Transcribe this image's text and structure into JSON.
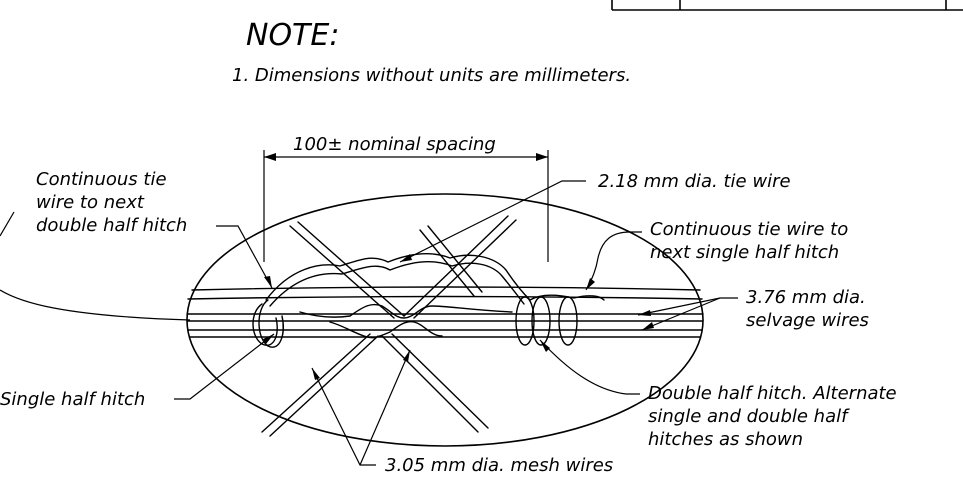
{
  "note": {
    "title": "NOTE:",
    "items": [
      "1.  Dimensions without units are millimeters."
    ]
  },
  "labels": {
    "spacing": "100± nominal spacing",
    "tie_wire": "2.18 mm dia. tie wire",
    "continuous_left_1": "Continuous tie",
    "continuous_left_2": "wire to next",
    "continuous_left_3": "double half hitch",
    "continuous_right_1": "Continuous tie wire to",
    "continuous_right_2": "next single half hitch",
    "selvage_1": "3.76 mm dia.",
    "selvage_2": "selvage wires",
    "single_half_hitch": "Single half hitch",
    "double_1": "Double half hitch.  Alternate",
    "double_2": "single and double half",
    "double_3": "hitches as shown",
    "mesh_wires": "3.05 mm dia. mesh wires"
  }
}
